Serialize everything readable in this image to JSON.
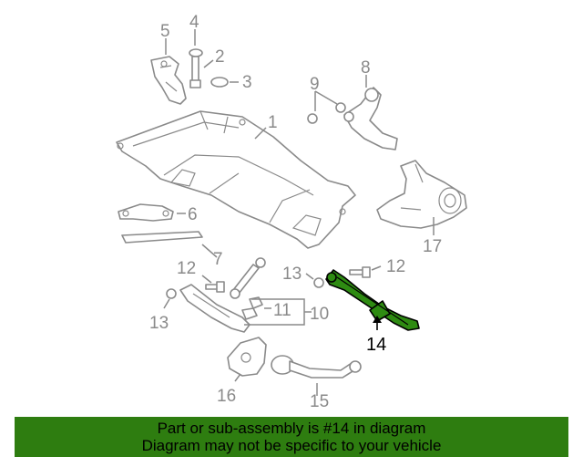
{
  "callouts": {
    "c1": "1",
    "c2": "2",
    "c3": "3",
    "c4": "4",
    "c5": "5",
    "c6": "6",
    "c7": "7",
    "c8": "8",
    "c9": "9",
    "c10": "10",
    "c11": "11",
    "c12a": "12",
    "c12b": "12",
    "c13a": "13",
    "c13b": "13",
    "c14": "14",
    "c15": "15",
    "c16": "16",
    "c17": "17"
  },
  "highlight_color": "#2e7d10",
  "banner": {
    "line1": "Part or sub-assembly is #14 in diagram",
    "line2": "Diagram may not be specific to your vehicle"
  }
}
